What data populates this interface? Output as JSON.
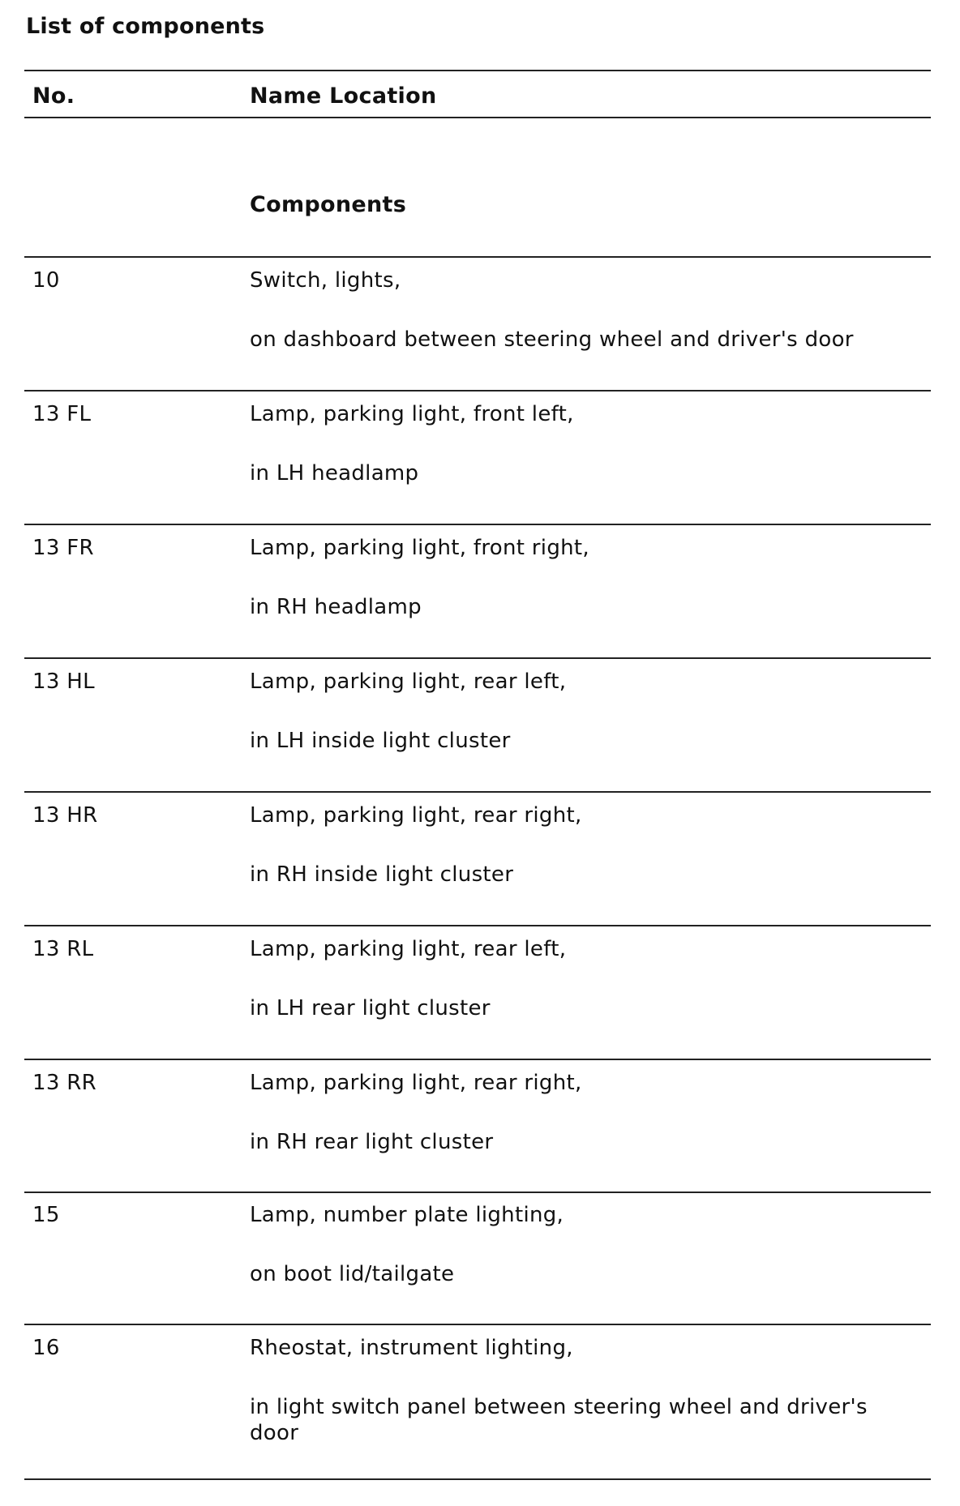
{
  "title": "List of components",
  "header": {
    "no": "No.",
    "name_location": "Name Location"
  },
  "section": "Components",
  "rows": [
    {
      "no": "10",
      "name": "Switch, lights,",
      "location": "on dashboard between steering wheel and driver's door"
    },
    {
      "no": "13 FL",
      "name": "Lamp, parking light, front left,",
      "location": "in LH headlamp"
    },
    {
      "no": "13 FR",
      "name": "Lamp, parking light, front right,",
      "location": "in RH headlamp"
    },
    {
      "no": "13 HL",
      "name": "Lamp, parking light, rear left,",
      "location": "in LH inside light cluster"
    },
    {
      "no": "13 HR",
      "name": "Lamp, parking light, rear right,",
      "location": "in RH inside light cluster"
    },
    {
      "no": "13 RL",
      "name": "Lamp, parking light, rear left,",
      "location": "in LH rear light cluster"
    },
    {
      "no": "13 RR",
      "name": "Lamp, parking light, rear right,",
      "location": "in RH rear light cluster"
    },
    {
      "no": "15",
      "name": "Lamp, number plate lighting,",
      "location": "on boot lid/tailgate"
    },
    {
      "no": "16",
      "name": "Rheostat, instrument lighting,",
      "location": "in light switch panel between steering wheel and driver's door"
    }
  ]
}
